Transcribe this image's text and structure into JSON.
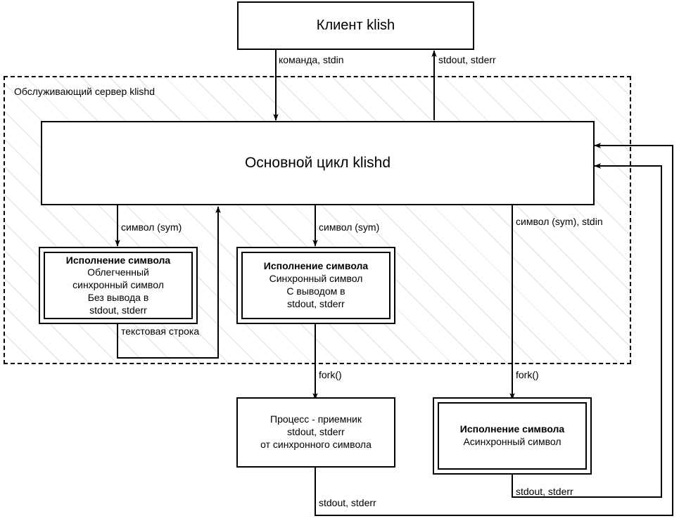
{
  "diagram": {
    "title": "klishd architecture",
    "colors": {
      "line": "#000000",
      "background": "#ffffff",
      "hatch": "rgba(0,0,0,0.13)"
    },
    "region": {
      "label": "Обслуживающий сервер klishd",
      "style": "dashed-hatched"
    },
    "nodes": {
      "client": {
        "label": "Клиент klish",
        "style": "single"
      },
      "main_loop": {
        "label": "Основной цикл klishd",
        "style": "single"
      },
      "light_sync": {
        "style": "double",
        "lines": [
          "Исполнение символа",
          "Облегченный",
          "синхронный символ",
          "Без вывода в",
          "stdout, stderr"
        ]
      },
      "sync": {
        "style": "double",
        "lines": [
          "Исполнение символа",
          "Синхронный символ",
          "С выводом в",
          "stdout, stderr"
        ]
      },
      "receiver": {
        "style": "single",
        "lines": [
          "Процесс - приемник",
          "stdout, stderr",
          "от синхронного символа"
        ]
      },
      "async": {
        "style": "double",
        "lines": [
          "Исполнение символа",
          "Асинхронный символ"
        ]
      }
    },
    "edges": {
      "client_to_main": "команда, stdin",
      "main_to_client": "stdout, stderr",
      "main_to_light_sync": "символ (sym)",
      "main_to_sync": "символ (sym)",
      "main_to_async": "символ (sym),\nstdin",
      "main_to_async_l1": "символ (sym),",
      "main_to_async_l2": "stdin",
      "light_sync_to_main_l1": "текстовая",
      "light_sync_to_main_l2": "строка",
      "sync_fork": "fork()",
      "async_fork": "fork()",
      "receiver_to_main": "stdout, stderr",
      "async_to_main": "stdout, stderr"
    }
  }
}
